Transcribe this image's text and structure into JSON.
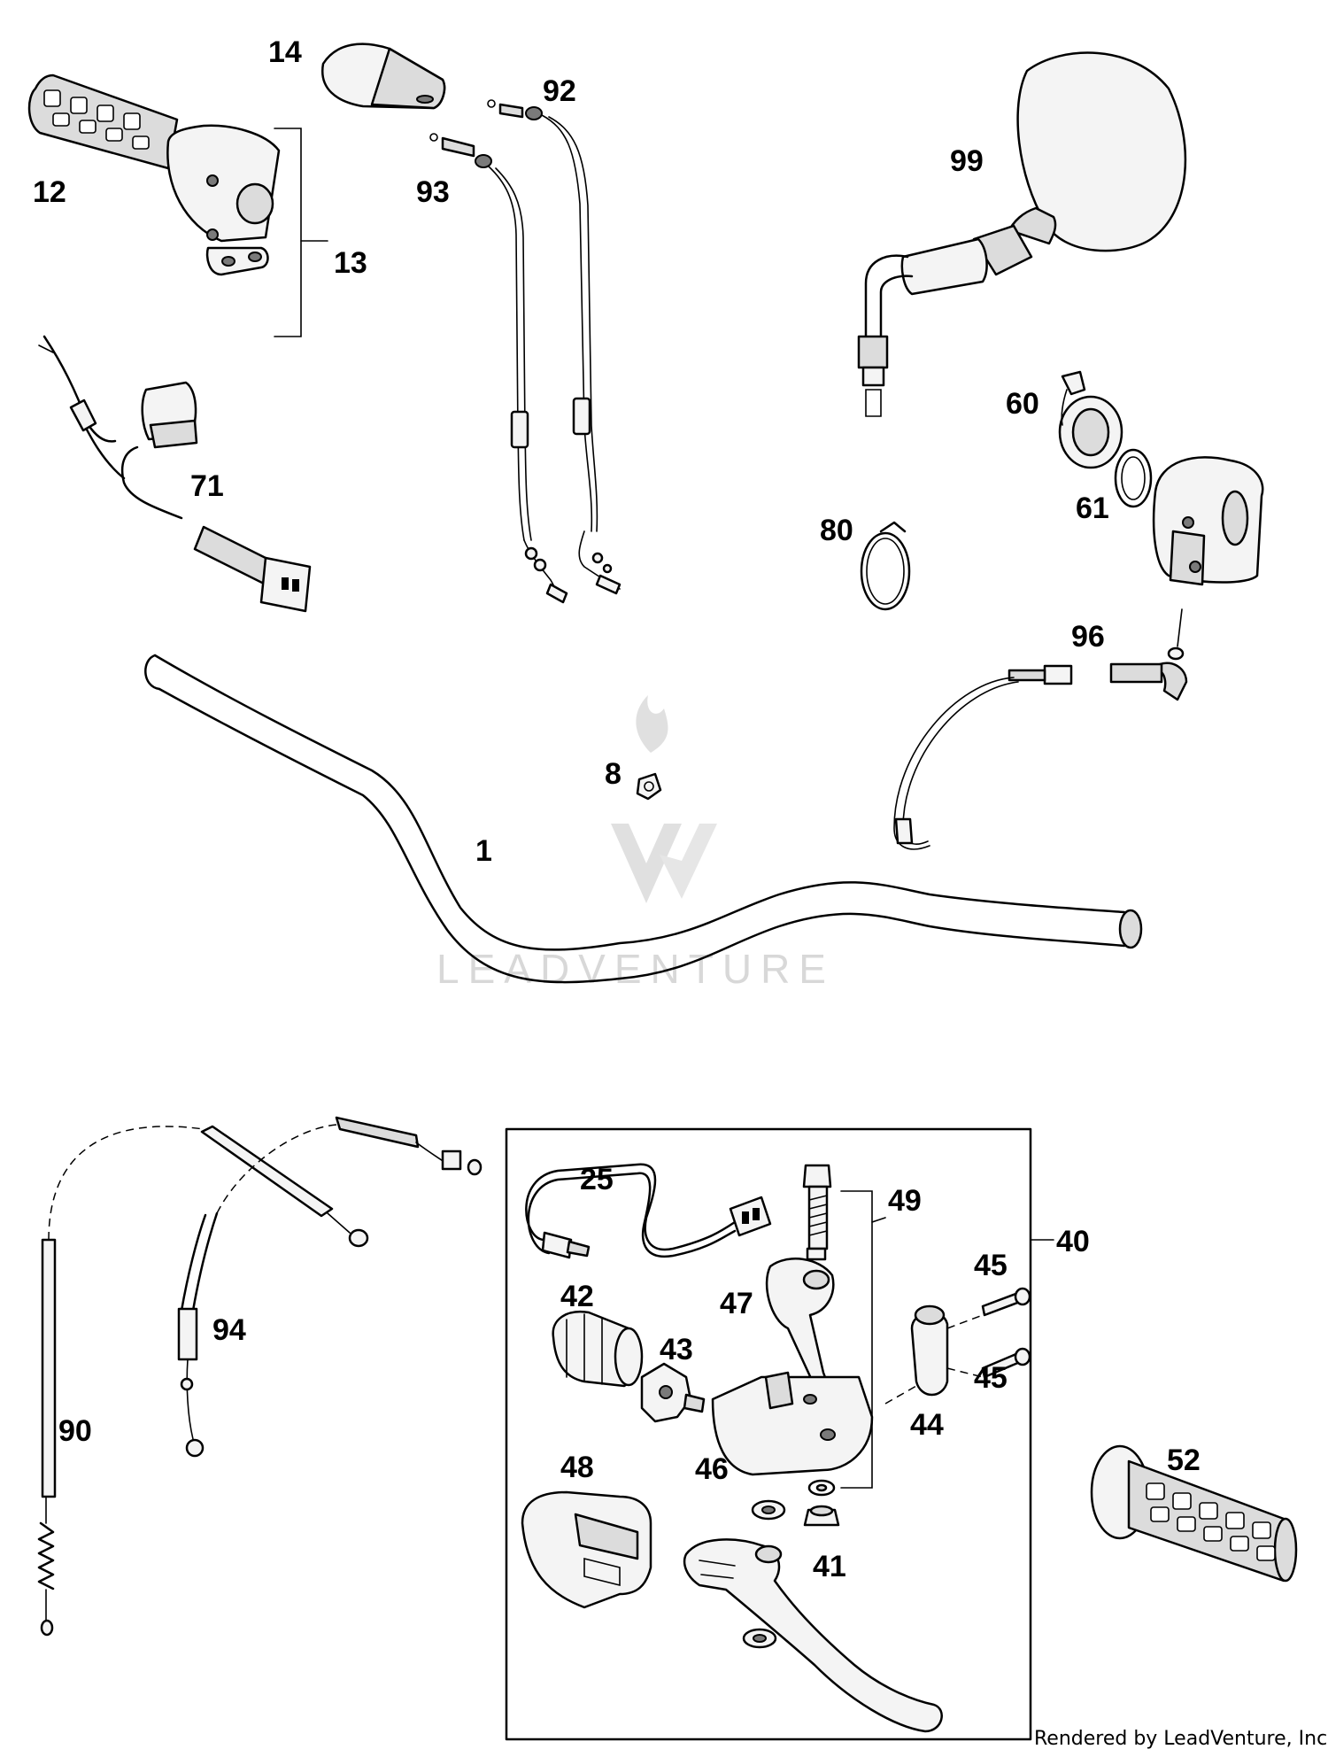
{
  "labels": {
    "p1": "1",
    "p8": "8",
    "p12": "12",
    "p13": "13",
    "p14": "14",
    "p25": "25",
    "p40": "40",
    "p41": "41",
    "p42": "42",
    "p43": "43",
    "p44": "44",
    "p45a": "45",
    "p45b": "45",
    "p46": "46",
    "p47": "47",
    "p48": "48",
    "p49": "49",
    "p52": "52",
    "p60": "60",
    "p61": "61",
    "p71": "71",
    "p80": "80",
    "p90": "90",
    "p92": "92",
    "p93": "93",
    "p94": "94",
    "p96": "96",
    "p99": "99"
  },
  "watermark": {
    "text": "LEADVENTURE"
  },
  "credit": {
    "text": "Rendered by LeadVenture, Inc."
  },
  "colors": {
    "line": "#000000",
    "background": "#ffffff",
    "watermark": "#d8d8d8"
  }
}
